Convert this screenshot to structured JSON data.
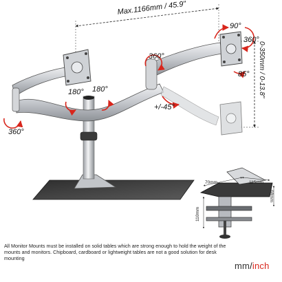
{
  "dimensions": {
    "max_reach": "Max.1166mm / 45.9\"",
    "height_range": "0-350mm / 0-13.8\""
  },
  "angles": {
    "tilt_up": "90°",
    "rotate_right": "360°",
    "tilt_down": "85°",
    "rotate_center": "360°",
    "swivel_left": "180°",
    "swivel_right": "180°",
    "swing": "+/-45°",
    "rotate_left": "360°"
  },
  "clamp": {
    "width_70": "70mm",
    "depth_115": "115mm",
    "height_68": "68mm",
    "height_110": "110mm"
  },
  "note": "All Monitor Mounts must be installed on solid tables which are strong enough to hold the weight of the mounts and monitors. Chipboard, cardboard or lightweight tables are not a good solution for desk mounting",
  "units": {
    "mm": "mm",
    "sep": "/",
    "inch": "inch"
  },
  "colors": {
    "arrow_red": "#d8261c",
    "metal": "#c9ccd0",
    "base_plate": "#404040"
  }
}
